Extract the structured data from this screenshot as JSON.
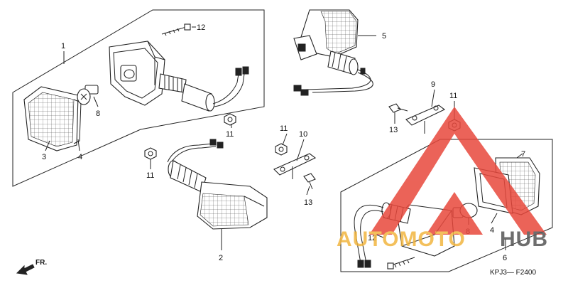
{
  "diagram": {
    "code": "KPJ3— F2400",
    "front_marker": "FR.",
    "watermark": {
      "brand_a": "AUTOMOTO",
      "brand_b": "HUB",
      "color_a": "#f2b640",
      "color_b": "#555555",
      "triangle_color": "#e8483c"
    },
    "callouts": {
      "c1": "1",
      "c2": "2",
      "c3": "3",
      "c4a": "4",
      "c4b": "4",
      "c5": "5",
      "c6": "6",
      "c7": "7",
      "c8a": "8",
      "c8b": "8",
      "c9": "9",
      "c10": "10",
      "c11a": "11",
      "c11b": "11",
      "c11c": "11",
      "c11d": "11",
      "c12a": "12",
      "c12b": "12",
      "c13a": "13",
      "c13b": "13"
    }
  }
}
